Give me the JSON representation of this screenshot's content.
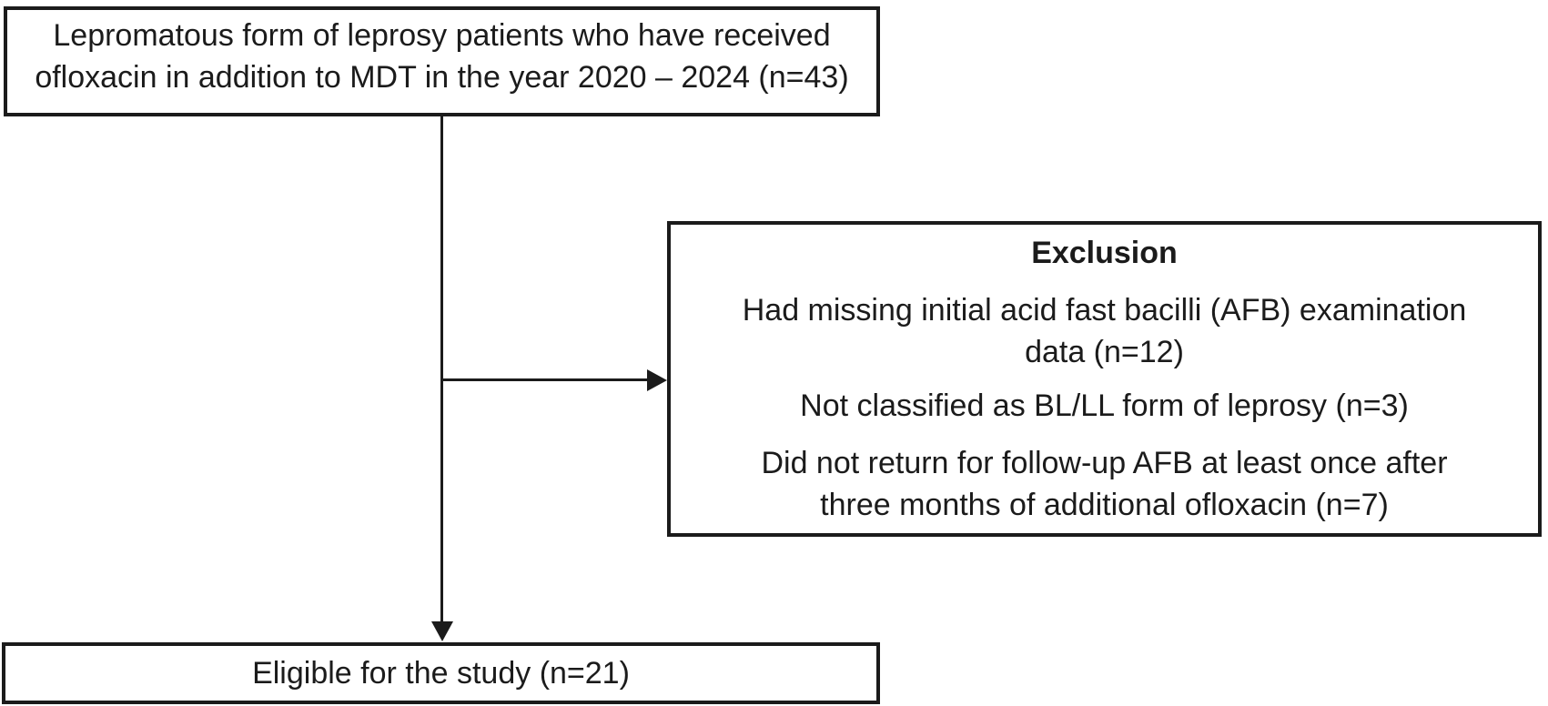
{
  "colors": {
    "border": "#1b1b1b",
    "text": "#1b1b1b",
    "background": "#ffffff"
  },
  "flowchart": {
    "population_box": {
      "lines": [
        "Lepromatous form of leprosy patients who have received",
        "ofloxacin in addition to MDT in the year 2020 – 2024 (n=43)"
      ]
    },
    "exclusion_box": {
      "title": "Exclusion",
      "items": [
        {
          "lines": [
            "Had missing initial acid fast bacilli (AFB) examination",
            "data (n=12)"
          ]
        },
        {
          "lines": [
            "Not classified as BL/LL form of leprosy (n=3)"
          ]
        },
        {
          "lines": [
            "Did not return for follow-up AFB at least once after",
            "three months of additional ofloxacin (n=7)"
          ]
        }
      ]
    },
    "eligible_box": {
      "text": "Eligible for the study (n=21)"
    }
  }
}
